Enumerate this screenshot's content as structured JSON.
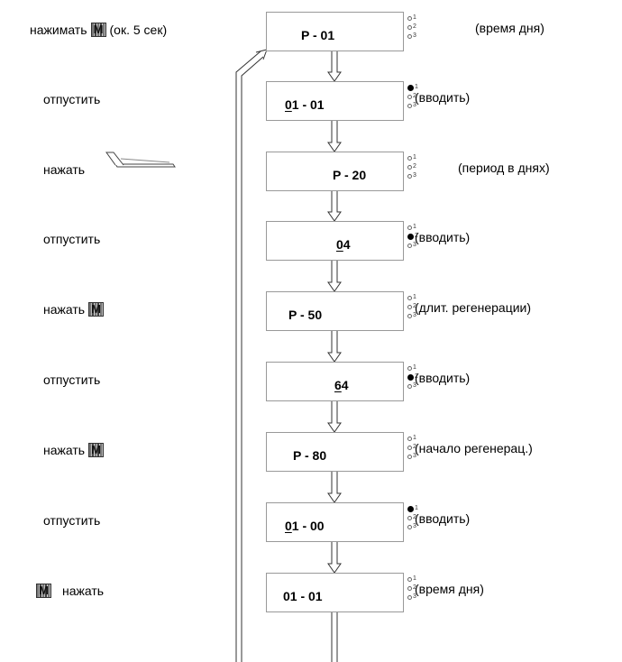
{
  "steps": [
    {
      "action": "нажимать",
      "action_suffix": "(ок. 5 сек)",
      "key_before": false,
      "key_after": true,
      "code": "P - 01",
      "code_ul": "",
      "code_rest": "P - 01",
      "led_on": 0,
      "note": "(время дня)"
    },
    {
      "action": "отпустить",
      "action_suffix": "",
      "key_before": false,
      "key_after": false,
      "code": "01 - 01",
      "code_ul": "0",
      "code_rest": "1 - 01",
      "led_on": 1,
      "note": "(вводить)"
    },
    {
      "action": "нажать",
      "action_suffix": "",
      "key_before": false,
      "key_after": false,
      "slider": true,
      "code": "P - 20",
      "code_ul": "",
      "code_rest": "P - 20",
      "led_on": 0,
      "note": "(период в днях)"
    },
    {
      "action": "отпустить",
      "action_suffix": "",
      "key_before": false,
      "key_after": false,
      "code": "04",
      "code_ul": "0",
      "code_rest": "4",
      "led_on": 2,
      "note": "(вводить)"
    },
    {
      "action": "нажать",
      "action_suffix": "",
      "key_before": false,
      "key_after": true,
      "code": "P - 50",
      "code_ul": "",
      "code_rest": "P - 50",
      "led_on": 0,
      "note": "(длит. регенерации)"
    },
    {
      "action": "отпустить",
      "action_suffix": "",
      "key_before": false,
      "key_after": false,
      "code": "64",
      "code_ul": "6",
      "code_rest": "4",
      "led_on": 2,
      "note": "(вводить)"
    },
    {
      "action": "нажать",
      "action_suffix": "",
      "key_before": false,
      "key_after": true,
      "code": "P - 80",
      "code_ul": "",
      "code_rest": "P - 80",
      "led_on": 0,
      "note": "(начало регенерац.)"
    },
    {
      "action": "отпустить",
      "action_suffix": "",
      "key_before": false,
      "key_after": false,
      "code": "01 - 00",
      "code_ul": "0",
      "code_rest": "1 - 00",
      "led_on": 1,
      "note": "(вводить)"
    },
    {
      "action": "нажать",
      "action_suffix": "",
      "key_before": true,
      "key_after": false,
      "code": "01 - 01",
      "code_ul": "",
      "code_rest": "01 - 01",
      "led_on": 0,
      "note": "(время дня)"
    }
  ],
  "led_labels": [
    "1",
    "2",
    "3"
  ],
  "key_icon": "m-key-icon",
  "colors": {
    "border": "#999999",
    "text": "#000000",
    "led_on": "#000000"
  }
}
